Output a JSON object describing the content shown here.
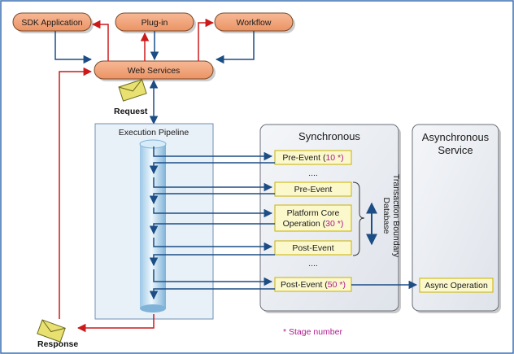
{
  "nodes": {
    "sdk_application": "SDK Application",
    "plug_in": "Plug-in",
    "workflow": "Workflow",
    "web_services": "Web Services"
  },
  "messages": {
    "request": "Request",
    "response": "Response"
  },
  "execution_pipeline": {
    "title": "Execution Pipeline"
  },
  "synchronous": {
    "title": "Synchronous",
    "stages": {
      "pre_event_1": {
        "label": "Pre-Event",
        "number": "10",
        "suffix": " *)"
      },
      "pre_event_2": {
        "label": "Pre-Event"
      },
      "core_operation": {
        "line1": "Platform Core",
        "line2": "Operation",
        "number": "30",
        "suffix": " *)"
      },
      "post_event_1": {
        "label": "Post-Event"
      },
      "post_event_2": {
        "label": "Post-Event",
        "number": "50",
        "suffix": " *)"
      }
    },
    "ellipsis": "....",
    "boundary_line1": "Database",
    "boundary_line2": "Transaction Boundary"
  },
  "asynchronous": {
    "title_line1": "Asynchronous",
    "title_line2": "Service",
    "async_operation": "Async Operation"
  },
  "legend": "* Stage number",
  "colors": {
    "orange_node": "#f0a277",
    "arrow_blue": "#1c4d84",
    "arrow_red": "#cc1a1a",
    "stage_fill": "#fbf8cc",
    "stage_border": "#c9b200",
    "pipeline_panel": "#e8f0f8",
    "stage_number": "#b01a8e"
  }
}
